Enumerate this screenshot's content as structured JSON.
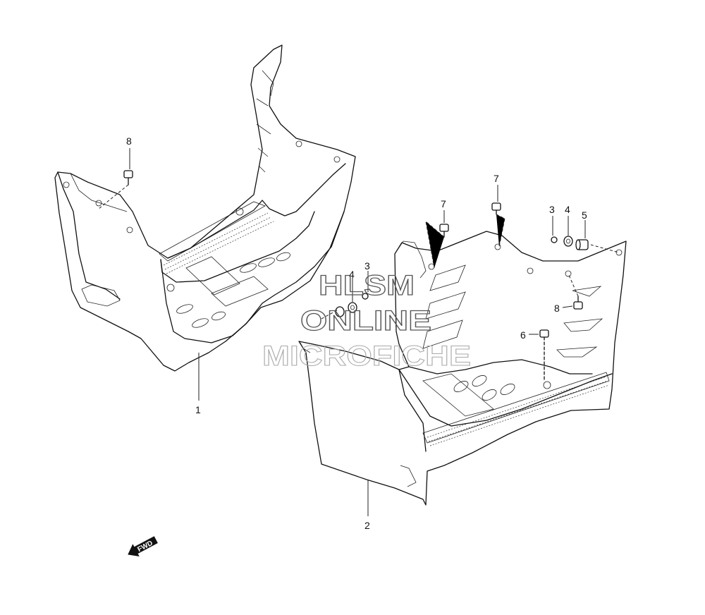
{
  "callouts": {
    "part1": "1",
    "part2": "2",
    "part3_left": "3",
    "part3_right": "3",
    "part4_left": "4",
    "part4_right": "4",
    "part5": "5",
    "part6": "6",
    "part7_left": "7",
    "part7_right": "7",
    "part8_top_left": "8",
    "part8_right": "8"
  },
  "watermark": {
    "line1": "HLSM",
    "line2": "ONLINE",
    "line3": "MICROFICHE"
  },
  "direction_badge": "FWD"
}
